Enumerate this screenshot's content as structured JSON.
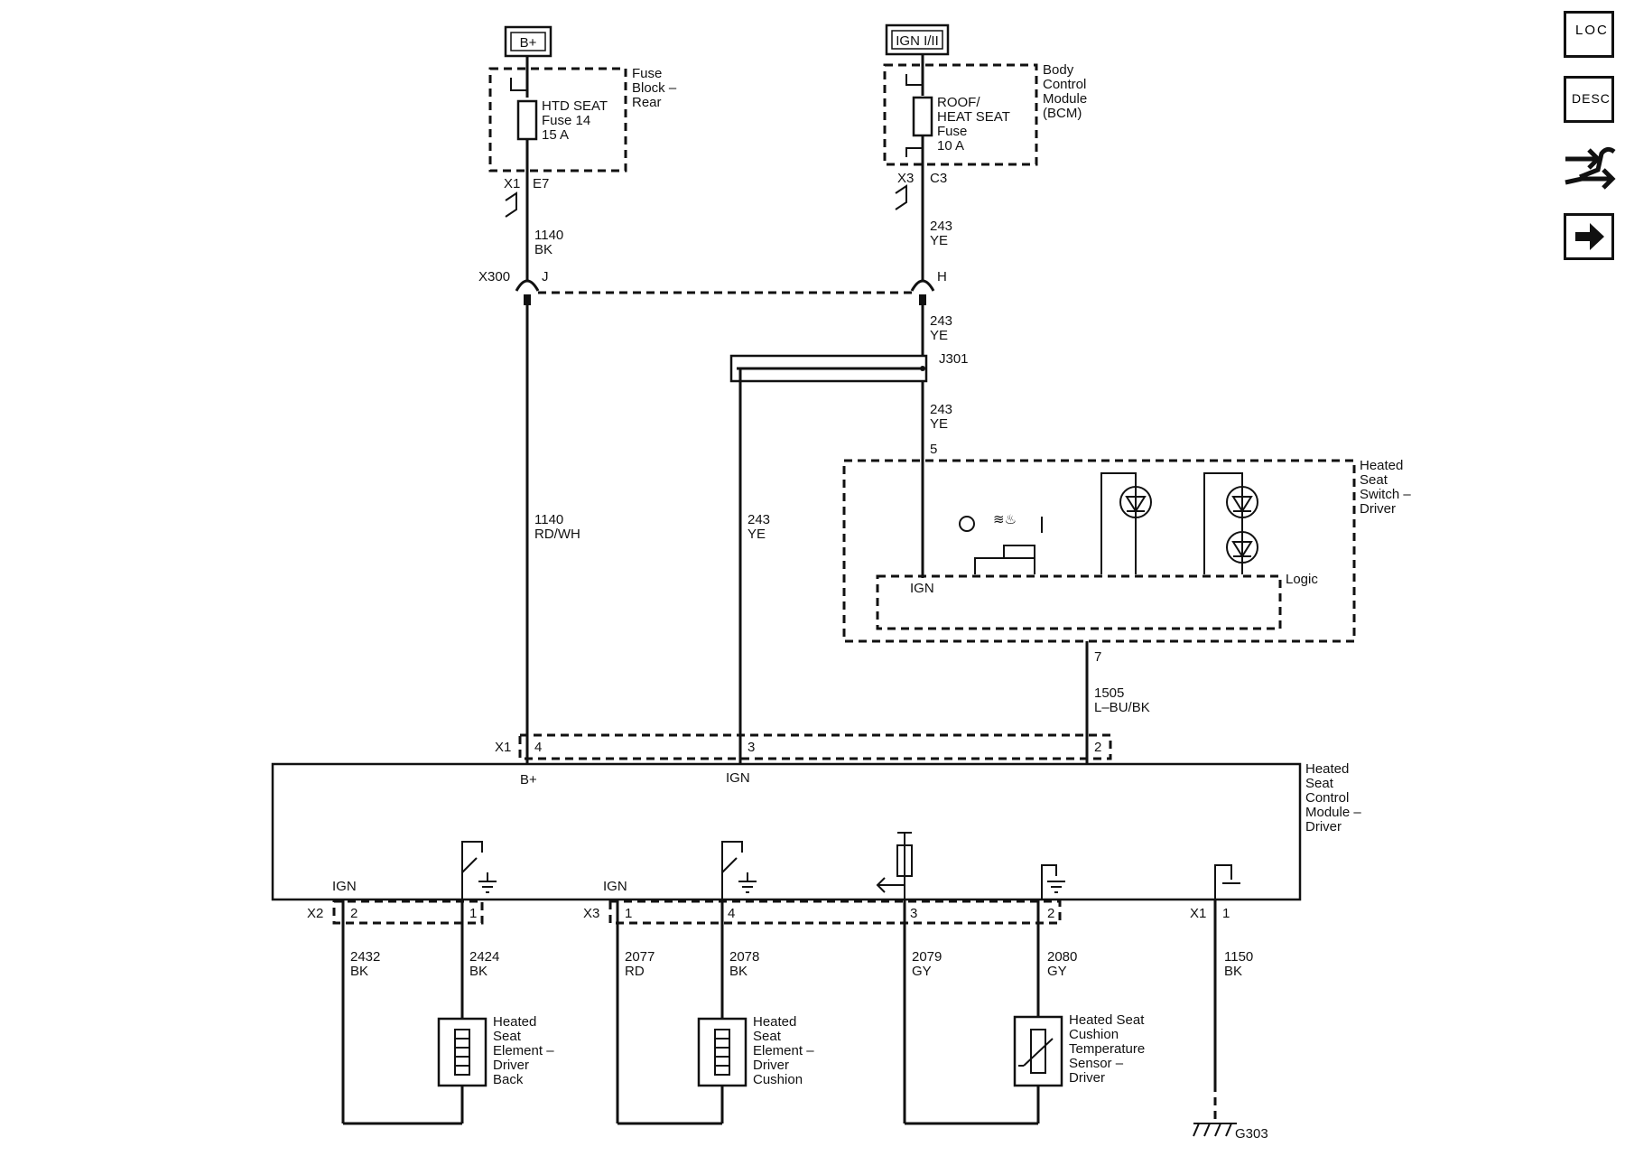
{
  "sources": {
    "bplus": "B+",
    "ign": "IGN I/II"
  },
  "fuse_block": {
    "label": "Fuse Block – Rear",
    "fuse": "HTD SEAT Fuse 14 15 A",
    "conn": "X1",
    "pin": "E7"
  },
  "bcm": {
    "label": "Body Control Module (BCM)",
    "fuse": "ROOF/ HEAT SEAT Fuse 10 A",
    "conn": "X3",
    "pin": "C3"
  },
  "wires": {
    "w1140bk": [
      "1140",
      "BK"
    ],
    "w243ye_a": [
      "243",
      "YE"
    ],
    "w243ye_b": [
      "243",
      "YE"
    ],
    "w243ye_c": [
      "243",
      "YE"
    ],
    "w1140rdwh": [
      "1140",
      "RD/WH"
    ],
    "w243ye_d": [
      "243",
      "YE"
    ],
    "w1505": [
      "1505",
      "L–BU/BK"
    ],
    "w2432": [
      "2432",
      "BK"
    ],
    "w2424": [
      "2424",
      "BK"
    ],
    "w2077": [
      "2077",
      "RD"
    ],
    "w2078": [
      "2078",
      "BK"
    ],
    "w2079": [
      "2079",
      "GY"
    ],
    "w2080": [
      "2080",
      "GY"
    ],
    "w1150": [
      "1150",
      "BK"
    ]
  },
  "connectors": {
    "x300": "X300",
    "x300_j": "J",
    "x300_h": "H",
    "j301": "J301"
  },
  "switch": {
    "label": "Heated Seat Switch – Driver",
    "pin_in": "5",
    "pin_out": "7",
    "ign": "IGN",
    "logic": "Logic",
    "off_symbol": "O",
    "on_symbol": "I"
  },
  "module": {
    "label": "Heated Seat Control Module – Driver",
    "conn_top": "X1",
    "pin4": "4",
    "pin3": "3",
    "pin2": "2",
    "bplus": "B+",
    "ign": "IGN",
    "ign_l": "IGN",
    "ign_r": "IGN",
    "x2": "X2",
    "x2_p2": "2",
    "x2_p1": "1",
    "x3": "X3",
    "x3_p1": "1",
    "x3_p4": "4",
    "x3_p3": "3",
    "x3_p2": "2",
    "x1": "X1",
    "x1_p1": "1"
  },
  "components": {
    "back": "Heated Seat Element – Driver Back",
    "cushion": "Heated Seat Element – Driver Cushion",
    "sensor": "Heated Seat Cushion Temperature Sensor – Driver",
    "ground": "G303"
  },
  "nav": {
    "loc": "LOC",
    "desc": "DESC"
  }
}
